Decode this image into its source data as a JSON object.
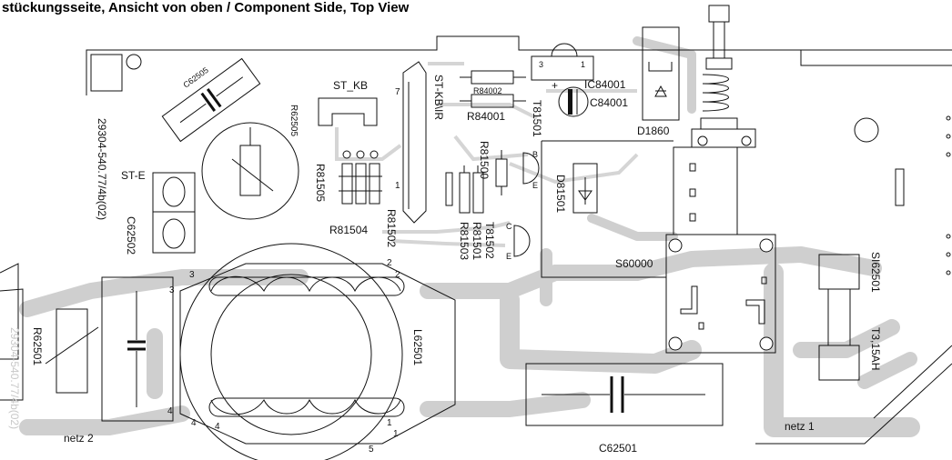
{
  "header": {
    "title": "stückungsseite, Ansicht von oben / Component Side, Top View"
  },
  "side_text": {
    "board_id": "29304-540.77/4b(02)",
    "ghost_id": "29304-540.77/4b(02)"
  },
  "components": {
    "c62505": "C62505",
    "r62505": "R62505",
    "st_kb": "ST_KB",
    "st_kbir": "ST-KB\\IR",
    "r84002": "R84002",
    "r84001": "R84001",
    "t81501": "T81501",
    "ic84001": "IC84001",
    "c84001": "C84001",
    "d1860": "D1860",
    "st_e": "ST-E",
    "r81505": "R81505",
    "r81504": "R81504",
    "r81502": "R81502",
    "r81500": "R81500",
    "d81501": "D81501",
    "t81502": "T81502",
    "r81501": "R81501",
    "r81503": "R81503",
    "c62502": "C62502",
    "s60000": "S60000",
    "si62501": "SI62501",
    "t315ah": "T3,15AH",
    "l62501": "L62501",
    "r62501": "R62501",
    "netz2": "netz 2",
    "netz1": "netz 1",
    "c62501": "C62501"
  },
  "pins": {
    "ic_3": "3",
    "ic_1": "1",
    "plus": "+",
    "kb_7": "7",
    "kb_1": "1",
    "l_3a": "3",
    "l_3b": "3",
    "l_2a": "2",
    "l_2b": "2",
    "l_4a": "4",
    "l_4b": "4",
    "l_4c": "4",
    "l_1a": "1",
    "l_1b": "1",
    "l_5": "5",
    "t_b": "B",
    "t_e": "E",
    "t2_c": "C",
    "t2_e": "E"
  }
}
